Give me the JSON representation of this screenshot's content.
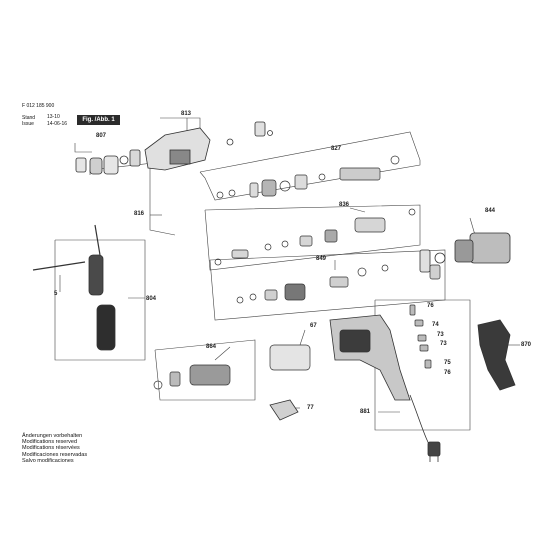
{
  "header": {
    "doc_number": "F 012 185 900",
    "stand_label": "Stand",
    "stand_value": "13-10",
    "issue_label": "Issue",
    "issue_value": "14-06-16",
    "figure_label": "Fig. /Abb. 1"
  },
  "callouts": {
    "c813": "813",
    "c807": "807",
    "c827": "827",
    "c816": "816",
    "c836": "836",
    "c844": "844",
    "c849": "849",
    "c5": "5",
    "c804": "804",
    "c76a": "76",
    "c67": "67",
    "c74": "74",
    "c73a": "73",
    "c73b": "73",
    "c864": "864",
    "c870": "870",
    "c75": "75",
    "c76b": "76",
    "c77": "77",
    "c881": "881"
  },
  "notes": [
    "Änderungen vorbehalten",
    "Modifications reserved",
    "Modifications réservées",
    "Modificaciones reservadas",
    "Salvo modificaciones"
  ]
}
